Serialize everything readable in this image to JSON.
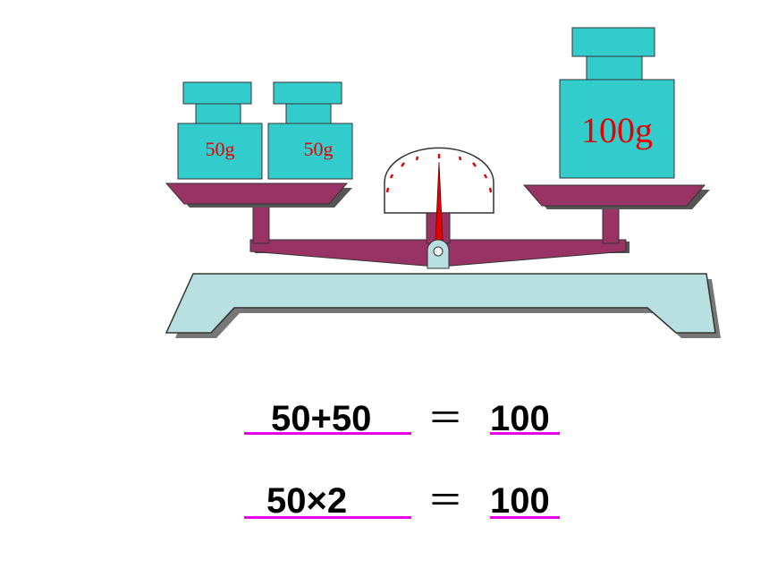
{
  "colors": {
    "weight_fill": "#33CCCC",
    "label_red": "#E60000",
    "beam_maroon": "#993366",
    "base_fill": "#B8E0E0",
    "underline": "#E600E6"
  },
  "weights": {
    "left_1": "50g",
    "left_2": "50g",
    "right": "100g"
  },
  "equations": [
    {
      "lhs": "50+50",
      "equals": "＝",
      "rhs": "100"
    },
    {
      "lhs": "50×2",
      "equals": "＝",
      "rhs": "100"
    }
  ]
}
